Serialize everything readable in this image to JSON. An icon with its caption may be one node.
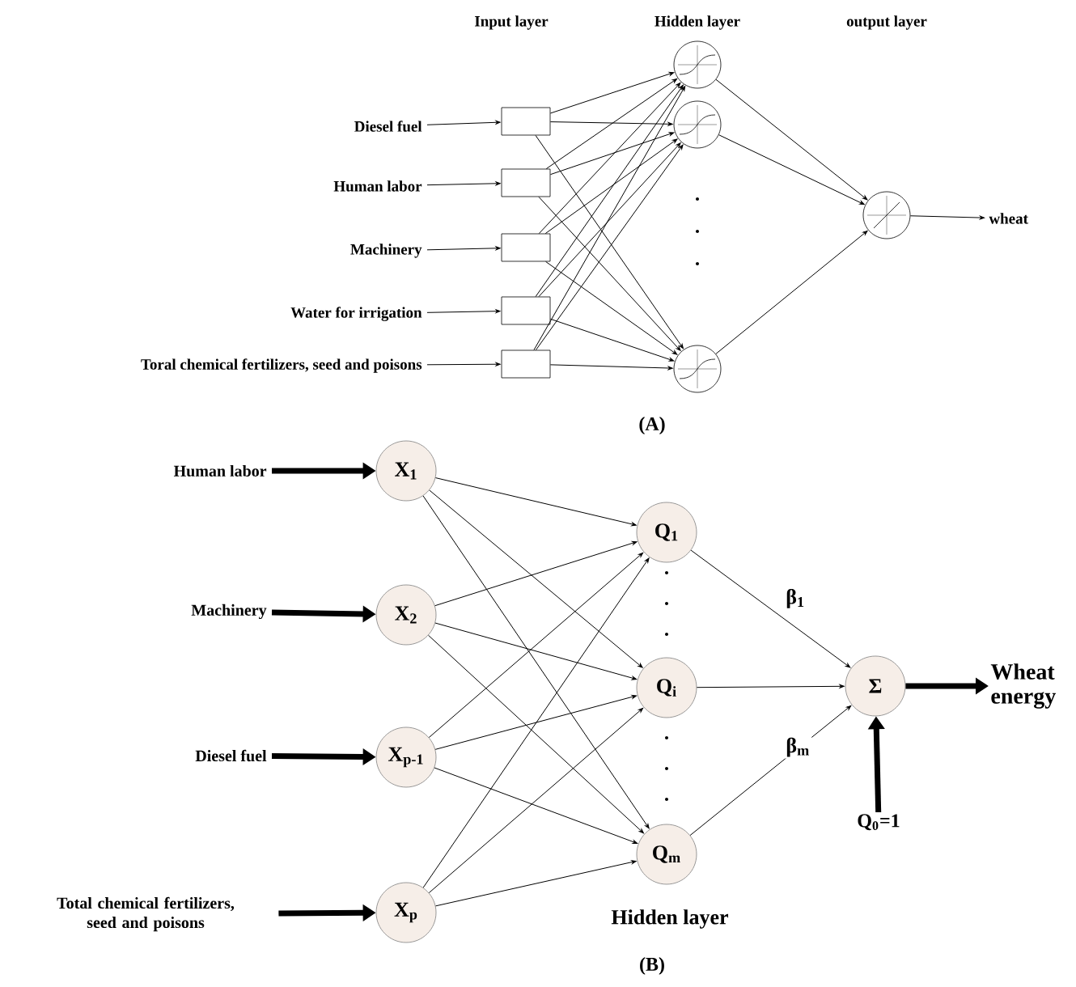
{
  "diagram": {
    "nodes": [
      {
        "text": [
          "Diesel fuel"
        ]
      },
      {
        "text": [
          "Human labor"
        ]
      },
      {
        "text": [
          "Machinery"
        ]
      },
      {
        "text": [
          "Water for irrigation"
        ]
      },
      {
        "text": [
          "Toral chemical fertilizers, seed and poisons"
        ]
      },
      {
        "text": [],
        "shape": "box"
      },
      {
        "text": [],
        "shape": "box"
      },
      {
        "text": [],
        "shape": "box"
      },
      {
        "text": [],
        "shape": "box"
      },
      {
        "text": [],
        "shape": "box"
      },
      {
        "text": [],
        "shape": "circle"
      },
      {
        "text": [],
        "shape": "circle"
      },
      {
        "text": [],
        "shape": "circle"
      },
      {
        "text": [],
        "shape": "circle"
      },
      {
        "text": [
          "wheat"
        ]
      },
      {
        "text": [
          "Human labor"
        ]
      },
      {
        "text": [
          "Machinery"
        ]
      },
      {
        "text": [
          "Diesel fuel"
        ]
      },
      {
        "text": [
          "Total chemical fertilizers, seed and poisons"
        ]
      },
      {
        "text": [
          "X$_{1}$"
        ]
      },
      {
        "text": [
          "X$_{2}$"
        ]
      },
      {
        "text": [
          "X$_{p-1}$"
        ]
      },
      {
        "text": [
          "X$_{p}$"
        ]
      },
      {
        "text": [
          "Q$_{1}$"
        ]
      },
      {
        "text": [
          "Q$_{i}$"
        ]
      },
      {
        "text": [
          "Q$_{m}$"
        ]
      },
      {
        "text": [
          "Σ"
        ]
      },
      {
        "text": [
          "Wheat energy"
        ]
      },
      {
        "text": [
          "Q$_{0}$=1"
        ]
      }
    ],
    "edges": [
      {
        "from": 0,
        "to": 5,
        "arrow": "to"
      },
      {
        "from": 1,
        "to": 6,
        "arrow": "to"
      },
      {
        "from": 2,
        "to": 7,
        "arrow": "to"
      },
      {
        "from": 3,
        "to": 8,
        "arrow": "to"
      },
      {
        "from": 4,
        "to": 9,
        "arrow": "to"
      },
      {
        "from": 5,
        "to": 10,
        "arrow": "to"
      },
      {
        "from": 5,
        "to": 11,
        "arrow": "to"
      },
      {
        "from": 5,
        "to": 12,
        "arrow": "to"
      },
      {
        "from": 6,
        "to": 10,
        "arrow": "to"
      },
      {
        "from": 6,
        "to": 11,
        "arrow": "to"
      },
      {
        "from": 6,
        "to": 12,
        "arrow": "to"
      },
      {
        "from": 7,
        "to": 10,
        "arrow": "to"
      },
      {
        "from": 7,
        "to": 11,
        "arrow": "to"
      },
      {
        "from": 7,
        "to": 12,
        "arrow": "to"
      },
      {
        "from": 8,
        "to": 10,
        "arrow": "to"
      },
      {
        "from": 8,
        "to": 11,
        "arrow": "to"
      },
      {
        "from": 8,
        "to": 12,
        "arrow": "to"
      },
      {
        "from": 9,
        "to": 10,
        "arrow": "to"
      },
      {
        "from": 9,
        "to": 11,
        "arrow": "to"
      },
      {
        "from": 9,
        "to": 12,
        "arrow": "to"
      },
      {
        "from": 10,
        "to": 13,
        "arrow": "to"
      },
      {
        "from": 11,
        "to": 13,
        "arrow": "to"
      },
      {
        "from": 12,
        "to": 13,
        "arrow": "to"
      },
      {
        "from": 13,
        "to": 14,
        "arrow": "to"
      },
      {
        "from": 15,
        "to": 19,
        "arrow": "to",
        "style": "thick"
      },
      {
        "from": 16,
        "to": 20,
        "arrow": "to",
        "style": "thick"
      },
      {
        "from": 17,
        "to": 21,
        "arrow": "to",
        "style": "thick"
      },
      {
        "from": 18,
        "to": 22,
        "arrow": "to",
        "style": "thick"
      },
      {
        "from": 19,
        "to": 23,
        "arrow": "to"
      },
      {
        "from": 19,
        "to": 24,
        "arrow": "to"
      },
      {
        "from": 19,
        "to": 25,
        "arrow": "to"
      },
      {
        "from": 20,
        "to": 23,
        "arrow": "to"
      },
      {
        "from": 20,
        "to": 24,
        "arrow": "to"
      },
      {
        "from": 20,
        "to": 25,
        "arrow": "to"
      },
      {
        "from": 21,
        "to": 23,
        "arrow": "to"
      },
      {
        "from": 21,
        "to": 24,
        "arrow": "to"
      },
      {
        "from": 21,
        "to": 25,
        "arrow": "to"
      },
      {
        "from": 22,
        "to": 23,
        "arrow": "to"
      },
      {
        "from": 22,
        "to": 24,
        "arrow": "to"
      },
      {
        "from": 22,
        "to": 25,
        "arrow": "to"
      },
      {
        "from": 23,
        "to": 26,
        "arrow": "to",
        "label": "β$_{1}$"
      },
      {
        "from": 24,
        "to": 26,
        "arrow": "to"
      },
      {
        "from": 25,
        "to": 26,
        "arrow": "to",
        "label": "β$_{m}$"
      },
      {
        "from": 26,
        "to": 27,
        "arrow": "to",
        "style": "thick"
      },
      {
        "from": 28,
        "to": 26,
        "arrow": "to",
        "style": "thick"
      }
    ],
    "labels": [
      "Input layer",
      "Hidden layer",
      "output layer",
      "(A)",
      "Hidden layer",
      "(B)"
    ]
  }
}
